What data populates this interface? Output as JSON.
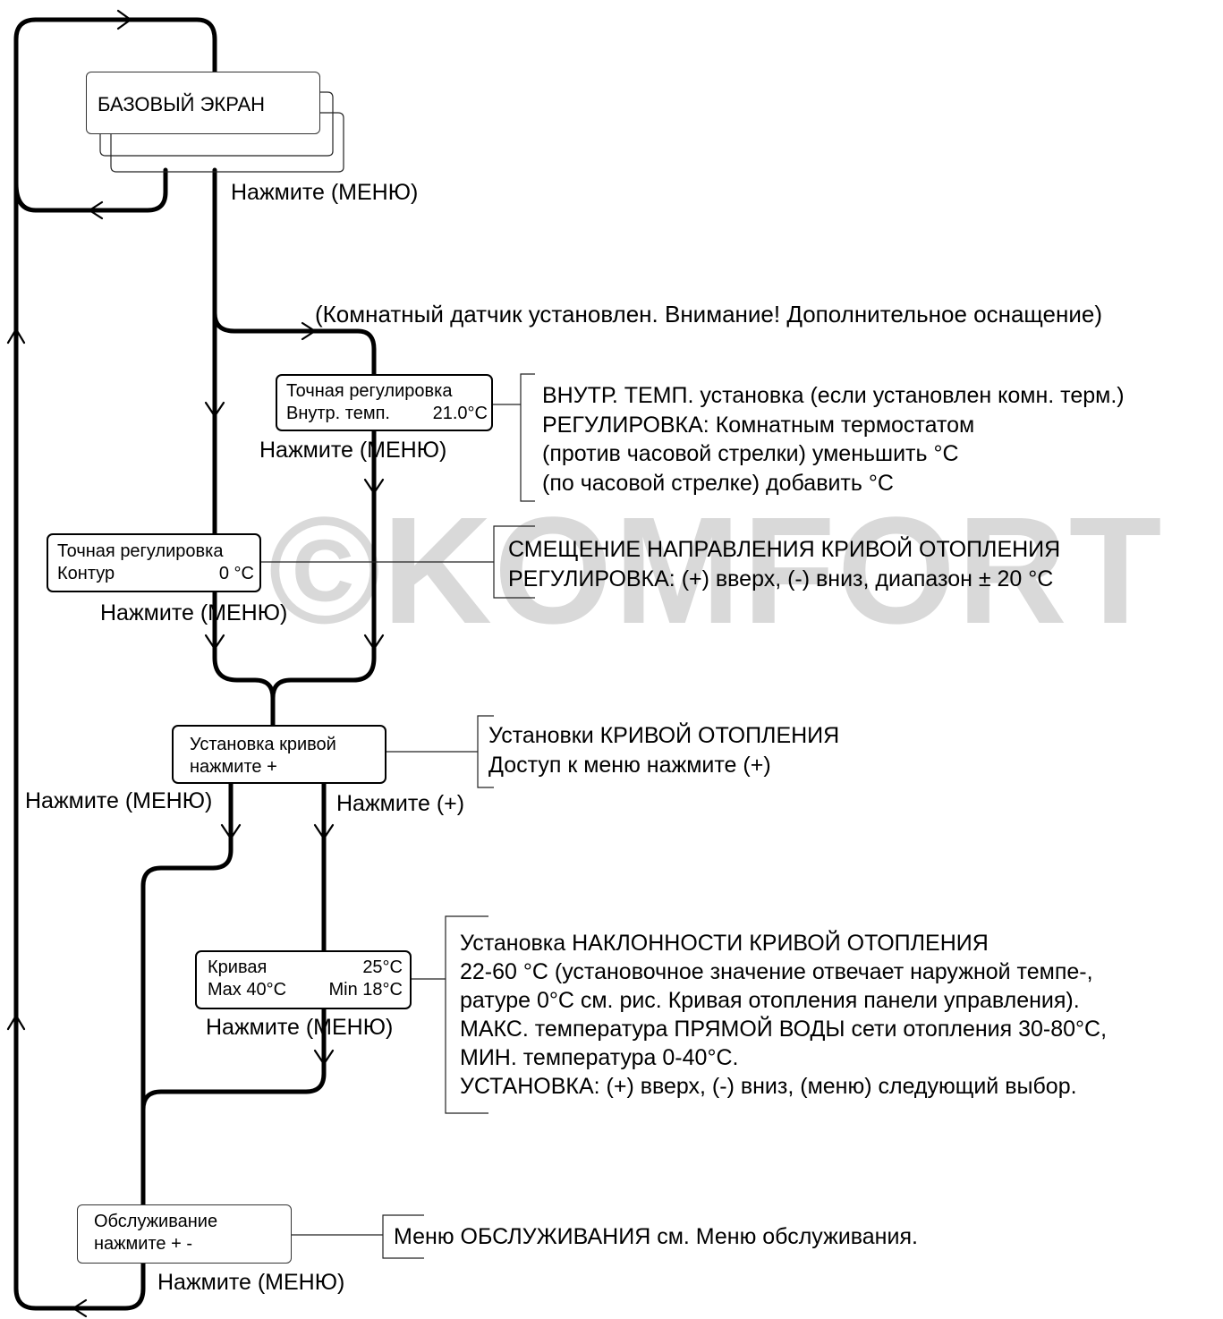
{
  "watermark": "©KOMFORT",
  "labels": {
    "press_menu_1": "Нажмите (МЕНЮ)",
    "room_sensor_note": "(Комнатный датчик установлен. Внимание! Дополнительное оснащение)",
    "press_menu_2": "Нажмите (МЕНЮ)",
    "press_menu_3": "Нажмите (МЕНЮ)",
    "press_menu_4": "Нажмите (МЕНЮ)",
    "press_plus": "Нажмите (+)",
    "press_menu_5": "Нажмите (МЕНЮ)",
    "press_menu_6": "Нажмите (МЕНЮ)"
  },
  "screens": {
    "base": "БАЗОВЫЙ ЭКРАН",
    "fine_indoor": {
      "line1": "Точная регулировка",
      "line2_label": "Внутр. темп.",
      "line2_value": "21.0°C"
    },
    "fine_circuit": {
      "line1": "Точная регулировка",
      "line2_label": "Контур",
      "line2_value": "0 °C"
    },
    "curve_setup": {
      "line1": "Установка кривой",
      "line2": "нажмите +"
    },
    "curve": {
      "line1_label": "Кривая",
      "line1_value": "25°C",
      "line2_max": "Max 40°C",
      "line2_min": "Min 18°C"
    },
    "service": {
      "line1": "Обслуживание",
      "line2": "нажмите +  -"
    }
  },
  "notes": {
    "indoor": [
      "ВНУТР. ТЕМП. установка (если установлен комн. терм.)",
      "РЕГУЛИРОВКА: Комнатным термостатом",
      "(против часовой стрелки) уменьшить °С",
      "(по часовой стрелке) добавить °С"
    ],
    "circuit": [
      "СМЕЩЕНИЕ НАПРАВЛЕНИЯ КРИВОЙ ОТОПЛЕНИЯ",
      "РЕГУЛИРОВКА: (+) вверх,  (-) вниз,  диапазон ± 20 °С"
    ],
    "curve_setup": [
      "Установки КРИВОЙ ОТОПЛЕНИЯ",
      "Доступ к меню нажмите (+)"
    ],
    "curve": [
      "Установка НАКЛОННОСТИ КРИВОЙ ОТОПЛЕНИЯ",
      "22-60 °С (установочное значение отвечает наружной темпе-,",
      "ратуре 0°С см. рис. Кривая отопления панели управления).",
      "МАКС. температура ПРЯМОЙ ВОДЫ сети отопления 30-80°С,",
      "МИН. температура 0-40°С.",
      "УСТАНОВКА: (+) вверх, (-) вниз, (меню) следующий выбор."
    ],
    "service": [
      "Меню ОБСЛУЖИВАНИЯ см. Меню обслуживания."
    ]
  }
}
